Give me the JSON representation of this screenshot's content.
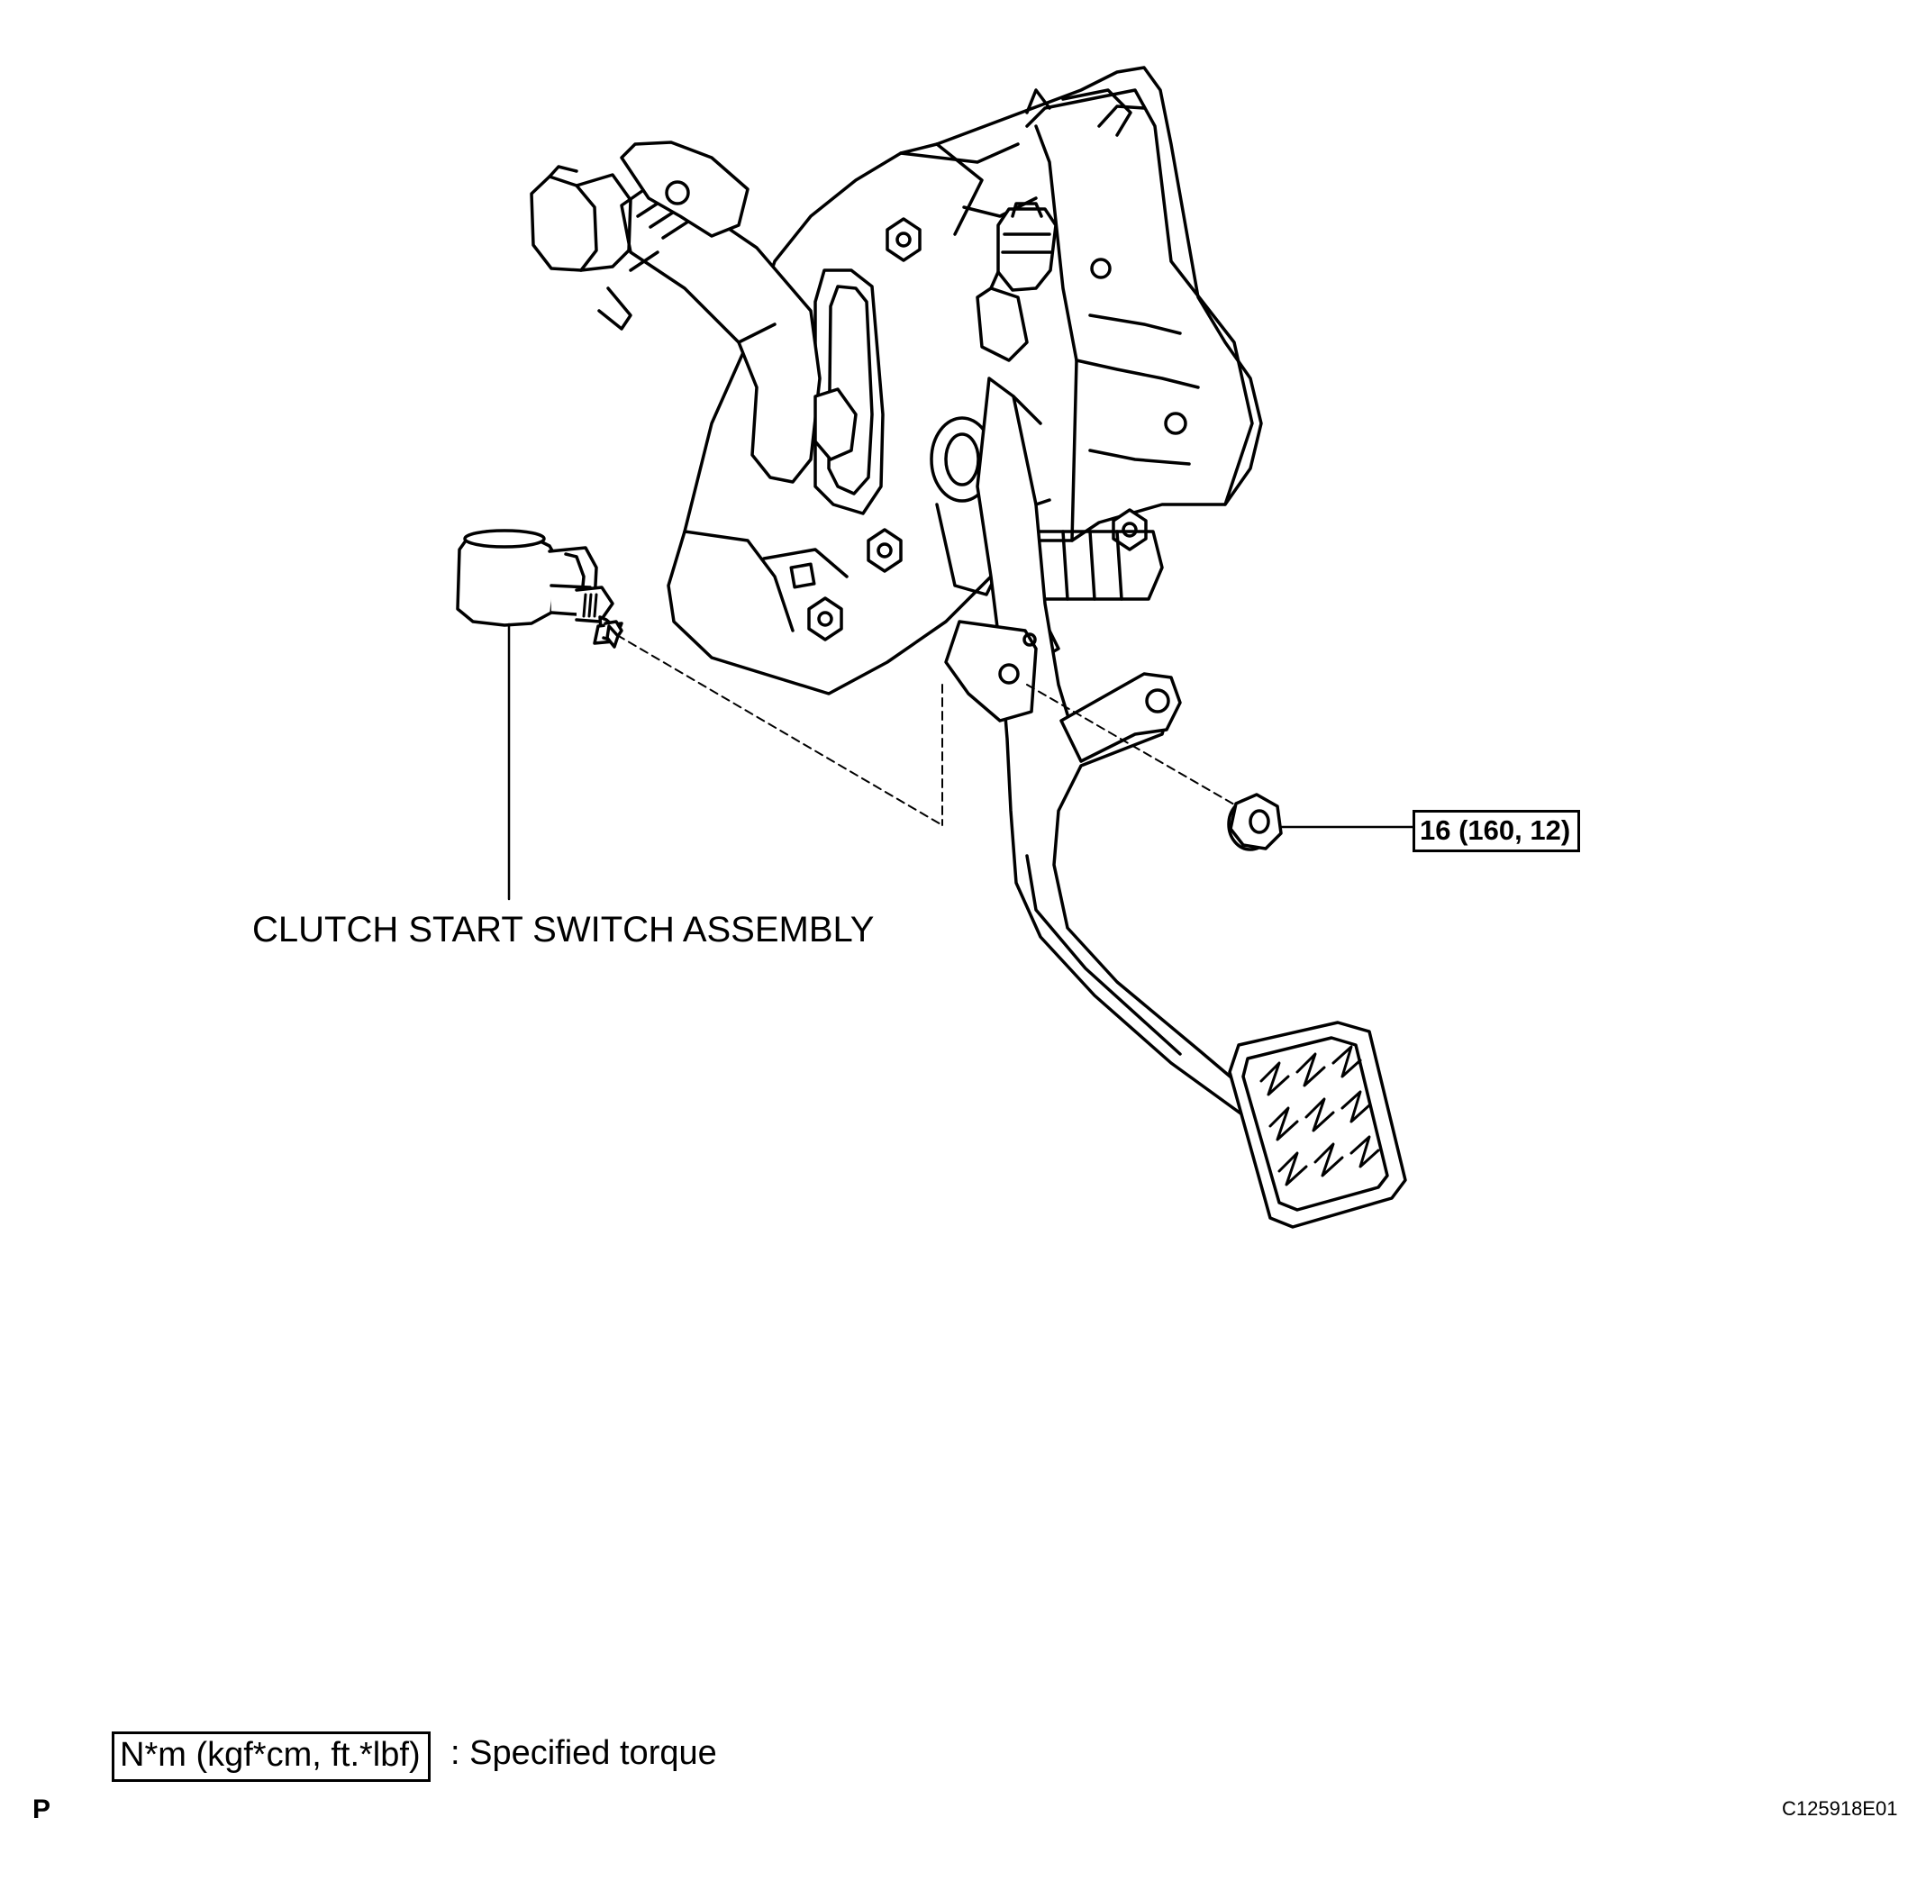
{
  "callouts": {
    "part_name": "CLUTCH START SWITCH ASSEMBLY",
    "nut_torque": "16 (160, 12)"
  },
  "legend": {
    "unit_box": "N*m (kgf*cm, ft.*lbf)",
    "description": ": Specified torque"
  },
  "footer": {
    "page_letter": "P",
    "figure_code": "C125918E01"
  },
  "icons": [
    "clutch-pedal-assembly",
    "clutch-start-switch",
    "flange-nut"
  ],
  "colors": {
    "line": "#000000",
    "background": "#ffffff"
  }
}
